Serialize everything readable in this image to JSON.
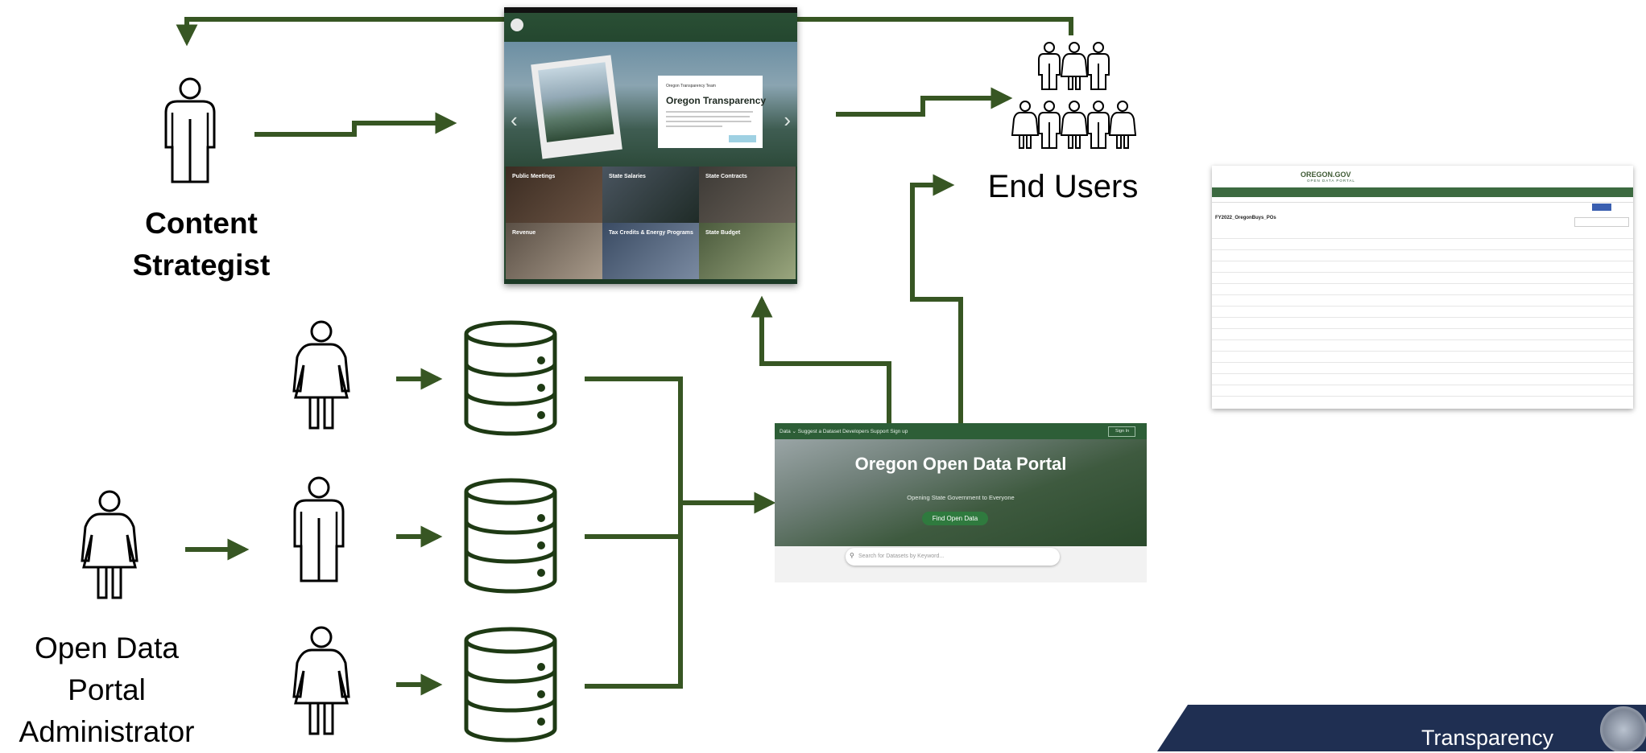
{
  "labels": {
    "content_strategist": "Content Strategist",
    "end_users": "End Users",
    "open_data_admin": "Open Data Portal Administrator"
  },
  "transparency_site": {
    "card_kicker": "Oregon Transparency Team",
    "card_title": "Oregon Transparency",
    "tiles": [
      "Public Meetings",
      "State Salaries",
      "State Contracts",
      "Revenue",
      "Tax Credits & Energy Programs",
      "State Budget"
    ]
  },
  "open_data_portal": {
    "nav_items": "Data ⌄   Suggest a Dataset   Developers   Support   Sign up",
    "sign_in": "Sign In",
    "title": "Oregon Open Data Portal",
    "subtitle": "Opening State Government to Everyone",
    "find_button": "Find Open Data",
    "search_placeholder": "Search for Datasets by Keyword..."
  },
  "data_table": {
    "logo": "OREGON.GOV",
    "logo_sub": "OPEN DATA PORTAL",
    "dataset_name": "FY2022_OregonBuys_POs"
  },
  "banner": {
    "text": "Transparency"
  },
  "colors": {
    "arrow": "#375623",
    "figure_stroke": "#000000",
    "database_stroke": "#1e3a14",
    "banner": "#1f2f52"
  }
}
